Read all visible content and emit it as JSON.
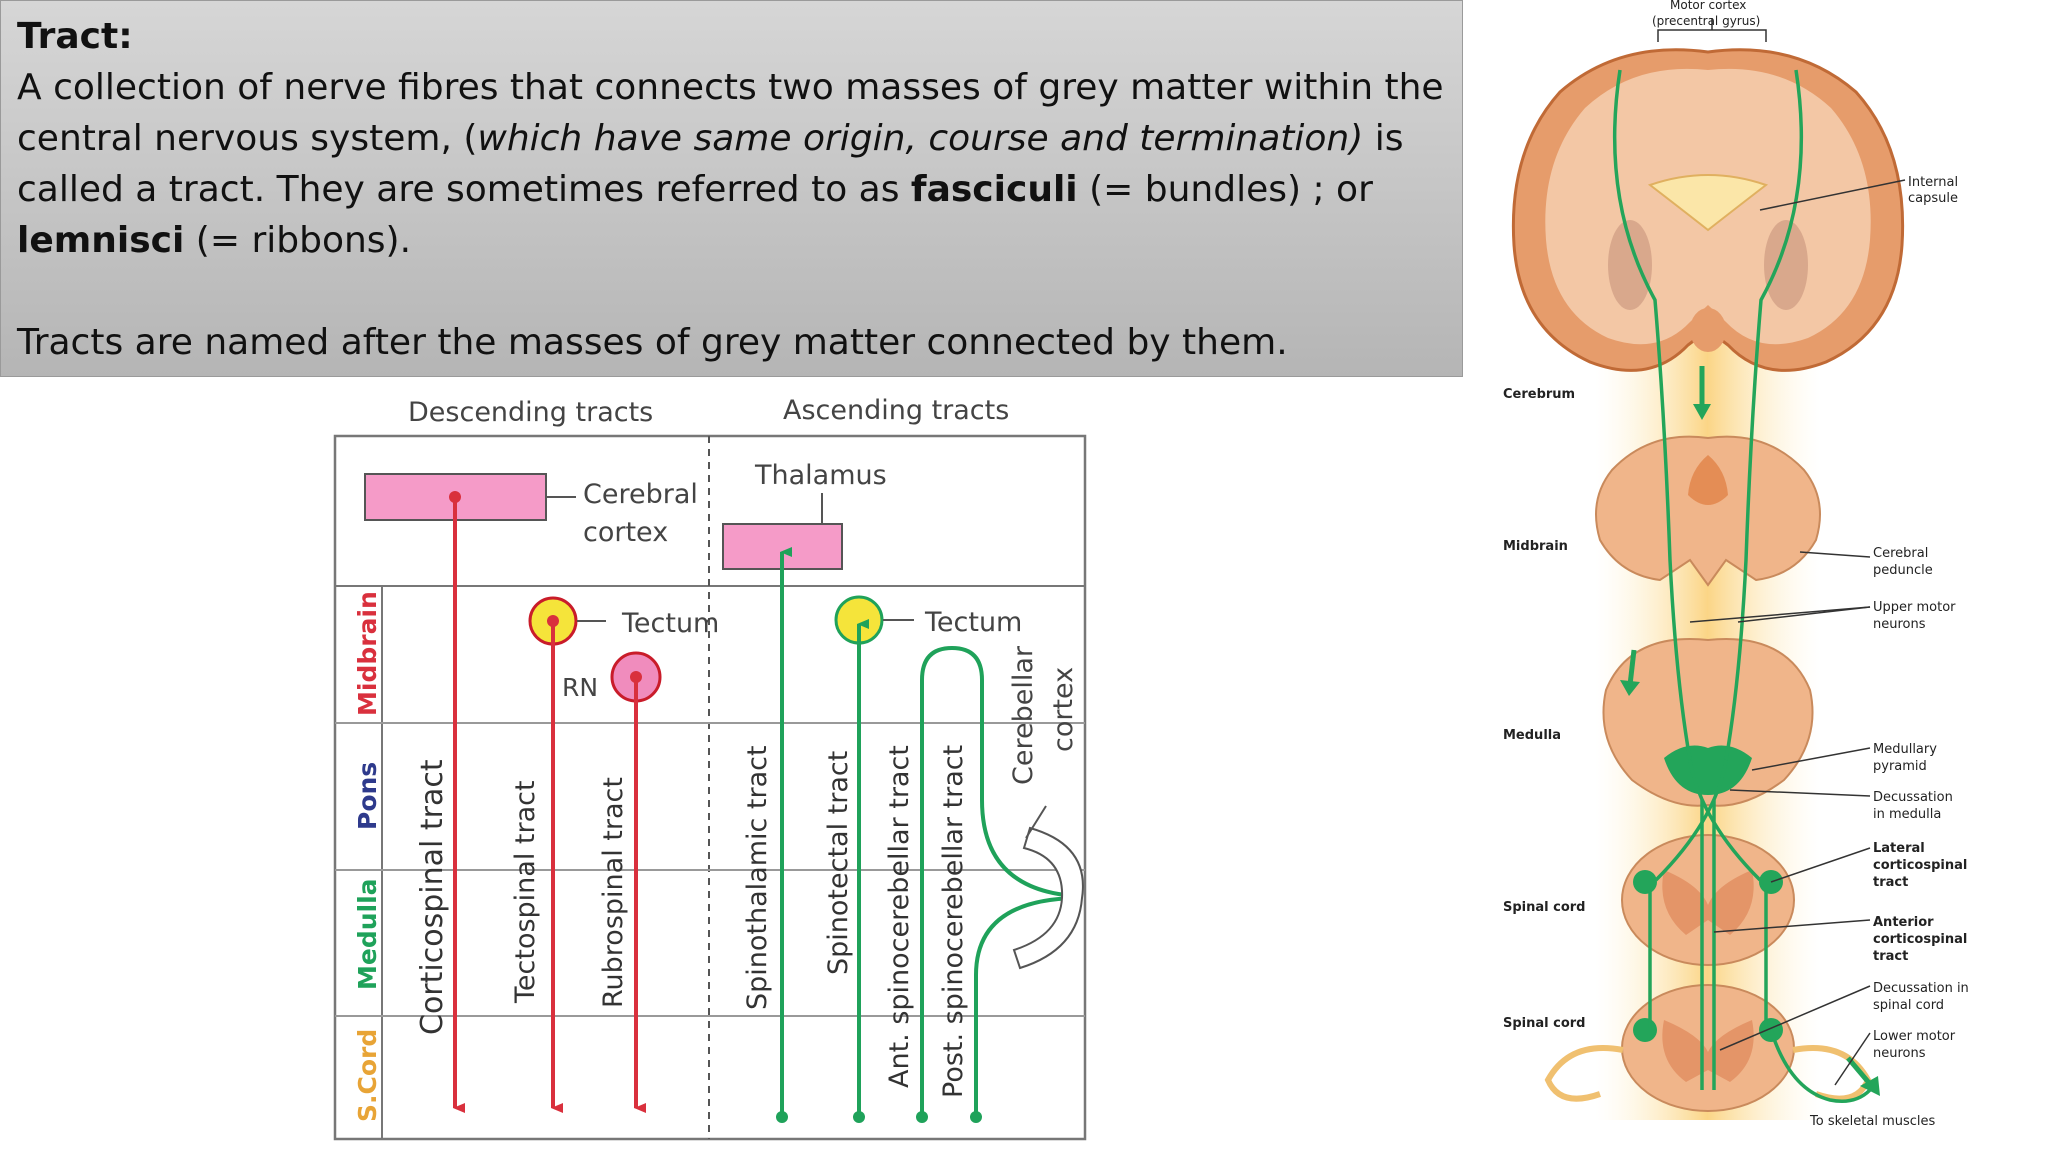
{
  "definition": {
    "heading": "Tract:",
    "line_a": "A collection of nerve fibres that connects two masses of grey matter within the central nervous system, (",
    "italic": "which have same origin, course and termination)",
    "line_b": " is called a tract. They are sometimes referred to as ",
    "bold1": "fasciculi",
    "line_c": " (= bundles) ; or ",
    "bold2": "lemnisci",
    "line_d": " (= ribbons).",
    "naming": "Tracts are named after the masses of grey matter connected by them."
  },
  "tract_diagram": {
    "descending_header": "Descending tracts",
    "ascending_header": "Ascending tracts",
    "cerebral_cortex_1": "Cerebral",
    "cerebral_cortex_2": "cortex",
    "thalamus": "Thalamus",
    "tectum_left": "Tectum",
    "tectum_right": "Tectum",
    "rn": "RN",
    "cerebellar_cortex_1": "Cerebellar",
    "cerebellar_cortex_2": "cortex",
    "levels": {
      "midbrain": "Midbrain",
      "pons": "Pons",
      "medulla": "Medulla",
      "scord": "S.Cord"
    },
    "tracts": {
      "corticospinal": "Corticospinal tract",
      "tectospinal": "Tectospinal tract",
      "rubrospinal": "Rubrospinal tract",
      "spinothalamic": "Spinothalamic tract",
      "spinotectal": "Spinotectal tract",
      "ant_spinocerebellar": "Ant. spinocerebellar tract",
      "post_spinocerebellar": "Post. spinocerebellar tract"
    },
    "colors": {
      "descending": "#d9303d",
      "ascending": "#1fa25a",
      "pink_box": "#f59bc8",
      "tectum": "#f5e43a"
    }
  },
  "anatomy": {
    "motor_cortex": "Motor cortex",
    "precentral": "(precentral gyrus)",
    "internal_capsule_1": "Internal",
    "internal_capsule_2": "capsule",
    "cerebrum": "Cerebrum",
    "midbrain": "Midbrain",
    "medulla": "Medulla",
    "spinal_cord_1": "Spinal cord",
    "spinal_cord_2": "Spinal cord",
    "cerebral_peduncle_1": "Cerebral",
    "cerebral_peduncle_2": "peduncle",
    "upper_motor_1": "Upper motor",
    "upper_motor_2": "neurons",
    "medullary_pyramid_1": "Medullary",
    "medullary_pyramid_2": "pyramid",
    "decussation_medulla_1": "Decussation",
    "decussation_medulla_2": "in medulla",
    "lateral_cs_1": "Lateral",
    "lateral_cs_2": "corticospinal",
    "lateral_cs_3": "tract",
    "anterior_cs_1": "Anterior",
    "anterior_cs_2": "corticospinal",
    "anterior_cs_3": "tract",
    "decussation_spinal_1": "Decussation in",
    "decussation_spinal_2": "spinal cord",
    "lower_motor_1": "Lower motor",
    "lower_motor_2": "neurons",
    "skeletal_muscles": "To skeletal muscles"
  }
}
